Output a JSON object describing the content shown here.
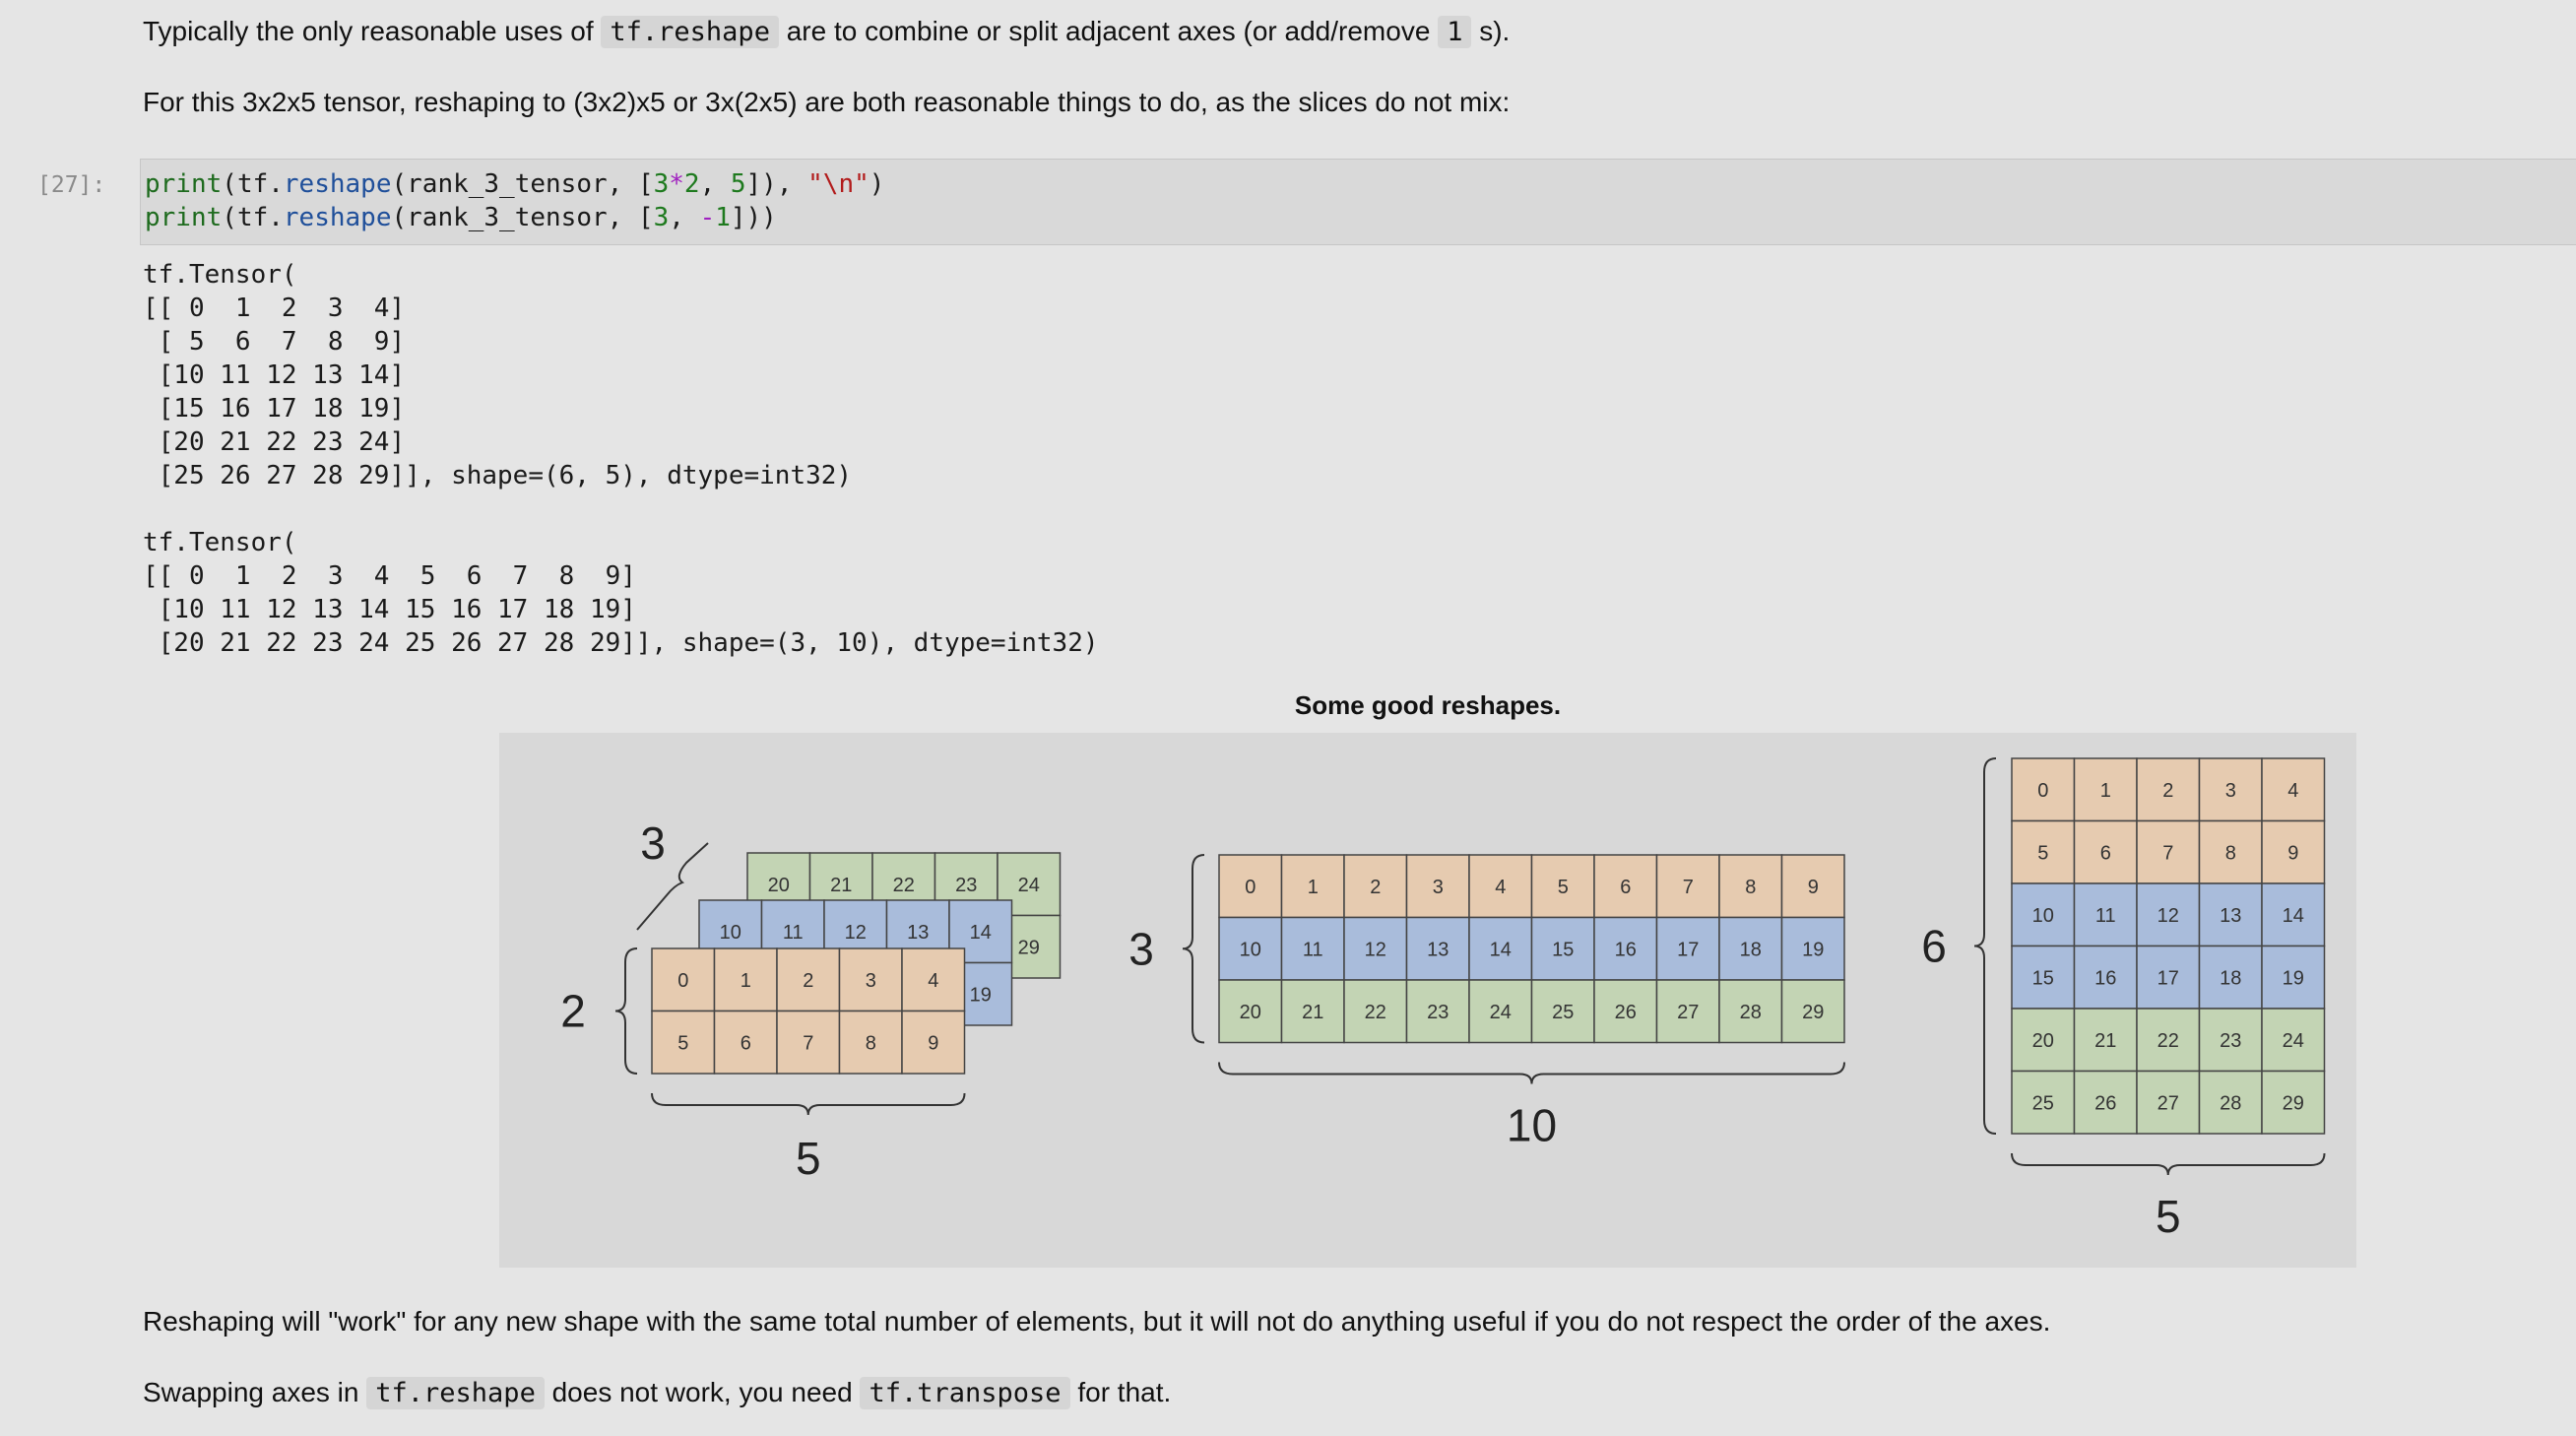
{
  "intro": {
    "p1_before": "Typically the only reasonable uses of ",
    "p1_code": "tf.reshape",
    "p1_mid": " are to combine or split adjacent axes (or add/remove ",
    "p1_code2": "1",
    "p1_after": " s).",
    "p2": "For this 3x2x5 tensor, reshaping to (3x2)x5 or 3x(2x5) are both reasonable things to do, as the slices do not mix:"
  },
  "cell": {
    "prompt": "[27]:",
    "line1": {
      "print": "print",
      "lp": "(",
      "tf": "tf.",
      "fn": "reshape",
      "args1": "(rank_3_tensor, [",
      "n1": "3",
      "op": "*",
      "n2": "2",
      "comma": ", ",
      "n3": "5",
      "close": "]), ",
      "str": "\"\\n\"",
      "end": ")"
    },
    "line2": {
      "print": "print",
      "lp": "(",
      "tf": "tf.",
      "fn": "reshape",
      "args1": "(rank_3_tensor, [",
      "n1": "3",
      "comma": ", ",
      "op": "-",
      "n2": "1",
      "end": "]))"
    }
  },
  "output": {
    "text": "tf.Tensor(\n[[ 0  1  2  3  4]\n [ 5  6  7  8  9]\n [10 11 12 13 14]\n [15 16 17 18 19]\n [20 21 22 23 24]\n [25 26 27 28 29]], shape=(6, 5), dtype=int32)\n\ntf.Tensor(\n[[ 0  1  2  3  4  5  6  7  8  9]\n [10 11 12 13 14 15 16 17 18 19]\n [20 21 22 23 24 25 26 27 28 29]], shape=(3, 10), dtype=int32)"
  },
  "figure": {
    "caption": "Some good reshapes.",
    "colors": {
      "orange": "#e6cbb0",
      "blue": "#a9bcdb",
      "green": "#c3d4b4",
      "stroke": "#444444"
    },
    "cube": {
      "back_row": [
        "20",
        "21",
        "22",
        "23",
        "24"
      ],
      "back_side": "29",
      "mid_row": [
        "10",
        "11",
        "12",
        "13",
        "14"
      ],
      "mid_side": "19",
      "front_rows": [
        [
          "0",
          "1",
          "2",
          "3",
          "4"
        ],
        [
          "5",
          "6",
          "7",
          "8",
          "9"
        ]
      ],
      "label_depth": "3",
      "label_rows": "2",
      "label_cols": "5"
    },
    "wide": {
      "rows": [
        [
          "0",
          "1",
          "2",
          "3",
          "4",
          "5",
          "6",
          "7",
          "8",
          "9"
        ],
        [
          "10",
          "11",
          "12",
          "13",
          "14",
          "15",
          "16",
          "17",
          "18",
          "19"
        ],
        [
          "20",
          "21",
          "22",
          "23",
          "24",
          "25",
          "26",
          "27",
          "28",
          "29"
        ]
      ],
      "label_rows": "3",
      "label_cols": "10"
    },
    "tall": {
      "rows": [
        [
          "0",
          "1",
          "2",
          "3",
          "4"
        ],
        [
          "5",
          "6",
          "7",
          "8",
          "9"
        ],
        [
          "10",
          "11",
          "12",
          "13",
          "14"
        ],
        [
          "15",
          "16",
          "17",
          "18",
          "19"
        ],
        [
          "20",
          "21",
          "22",
          "23",
          "24"
        ],
        [
          "25",
          "26",
          "27",
          "28",
          "29"
        ]
      ],
      "label_rows": "6",
      "label_cols": "5"
    }
  },
  "outro": {
    "p1": "Reshaping will \"work\" for any new shape with the same total number of elements, but it will not do anything useful if you do not respect the order of the axes.",
    "p2_before": "Swapping axes in ",
    "p2_code": "tf.reshape",
    "p2_mid": " does not work, you need ",
    "p2_code2": "tf.transpose",
    "p2_after": " for that."
  }
}
